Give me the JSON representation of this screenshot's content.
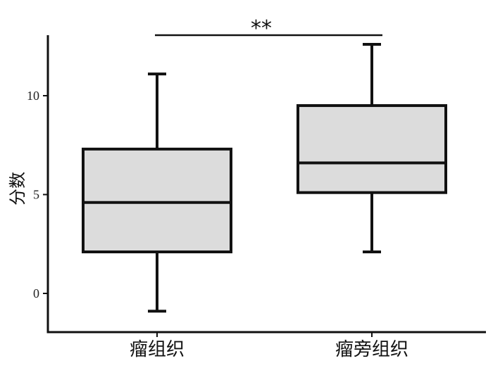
{
  "chart_data": {
    "type": "box",
    "ylabel": "分数",
    "xlabel": "",
    "ylim": [
      -2,
      13.5
    ],
    "yticks": [
      0,
      5,
      10
    ],
    "grid": false,
    "categories": [
      "瘤组织",
      "瘤旁组织"
    ],
    "boxes": [
      {
        "category": "瘤组织",
        "min": -0.9,
        "q1": 2.1,
        "median": 4.6,
        "q3": 7.3,
        "max": 11.1
      },
      {
        "category": "瘤旁组织",
        "min": 2.1,
        "q1": 5.1,
        "median": 6.6,
        "q3": 9.5,
        "max": 12.6
      }
    ],
    "annotations": [
      {
        "text": "**",
        "between": [
          "瘤组织",
          "瘤旁组织"
        ]
      }
    ],
    "colors": {
      "box_fill": "#dcdcdc",
      "stroke": "#111111"
    }
  }
}
